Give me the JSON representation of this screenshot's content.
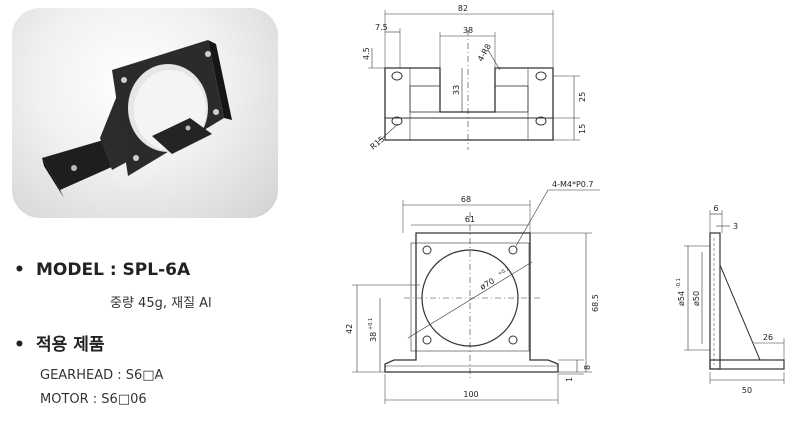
{
  "product": {
    "model_label": "MODEL : SPL-6A",
    "spec_line": "중량 45g, 재질 Al",
    "applicable_heading": "적용 제품",
    "gearhead_label": "GEARHEAD : S6□A",
    "motor_label": "MOTOR       : S6□06",
    "bullet": "•"
  },
  "top_view": {
    "dim_82": "82",
    "dim_7_5": "7.5",
    "dim_38": "38",
    "dim_4_5": "4.5",
    "dim_4_r8": "4-R8",
    "dim_33": "33",
    "dim_25": "25",
    "dim_15": "15",
    "dim_r15": "R15"
  },
  "front_view": {
    "dim_68": "68",
    "dim_61": "61",
    "callout_m4": "4-M4*P0.7",
    "dim_phi70": "ø70",
    "dim_phi70_tol": "+0.1",
    "dim_42": "42",
    "dim_38": "38",
    "dim_38_tol": "+0.1",
    "dim_68_5": "68.5",
    "dim_8": "8",
    "dim_1": "1",
    "dim_100": "100"
  },
  "side_view": {
    "dim_6": "6",
    "dim_3": "3",
    "dim_phi54": "ø54",
    "dim_phi54_tol": "-0.1",
    "dim_phi50": "ø50",
    "dim_26": "26",
    "dim_50": "50"
  },
  "colors": {
    "line": "#333333",
    "photo_metal": "#2a2a2a"
  }
}
